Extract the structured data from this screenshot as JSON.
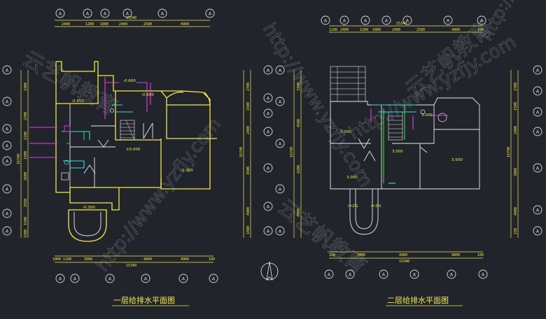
{
  "drawing": {
    "plan1_title": "一层给排水平面图",
    "plan2_title": "二层给排水平面图",
    "axis_letter": "A",
    "watermark_url": "http://www.yzfjy.com",
    "watermark_brand": "云艺帆教育"
  },
  "plan1": {
    "top_total": "15340",
    "top_dims": [
      "2400",
      "1200",
      "1800",
      "2400",
      "2500",
      "4900"
    ],
    "bottom_total": "15340",
    "bottom_dims": [
      "1000",
      "1100",
      "3900",
      "4800",
      "4900",
      "100"
    ],
    "left_dims": [
      "3300",
      "2700",
      "1100",
      "1500",
      "2600",
      "2550",
      "1500",
      "1500"
    ],
    "left_total": "16740",
    "right_dims": [
      "2700",
      "1500",
      "2400",
      "3500",
      "4900",
      "1500"
    ],
    "right_total": "16740",
    "levels": [
      "-0.450",
      "-0.600",
      "-0.600",
      "±0.000",
      "-0.300",
      "-0.300"
    ]
  },
  "plan2": {
    "top_total": "15340",
    "top_dims": [
      "1100",
      "2400",
      "1200",
      "1800",
      "2400",
      "2500",
      "4800",
      "100"
    ],
    "bottom_total": "15340",
    "bottom_dims": [
      "100",
      "3900",
      "4900",
      "4800",
      "100"
    ],
    "left_dims": [
      "3300",
      "4500",
      "4200",
      "4900"
    ],
    "left_total": "16740",
    "right_dims": [
      "2700",
      "1500",
      "2400",
      "3000",
      "4900",
      "150"
    ],
    "right_total": "16740",
    "levels": [
      "3.000",
      "3.000",
      "3.000",
      "3.500",
      "3.000",
      "i=2%",
      "i=2%"
    ]
  },
  "colors": {
    "background": "#21252b",
    "wall": "#f2e94e",
    "water_supply": "#e040e8",
    "drain": "#33e0e0",
    "riser": "#37d44a",
    "axis_marker": "#d8d8d8"
  },
  "icons": [
    "north-arrow-icon",
    "floor-drain-icon",
    "toilet-icon",
    "washbasin-icon"
  ]
}
